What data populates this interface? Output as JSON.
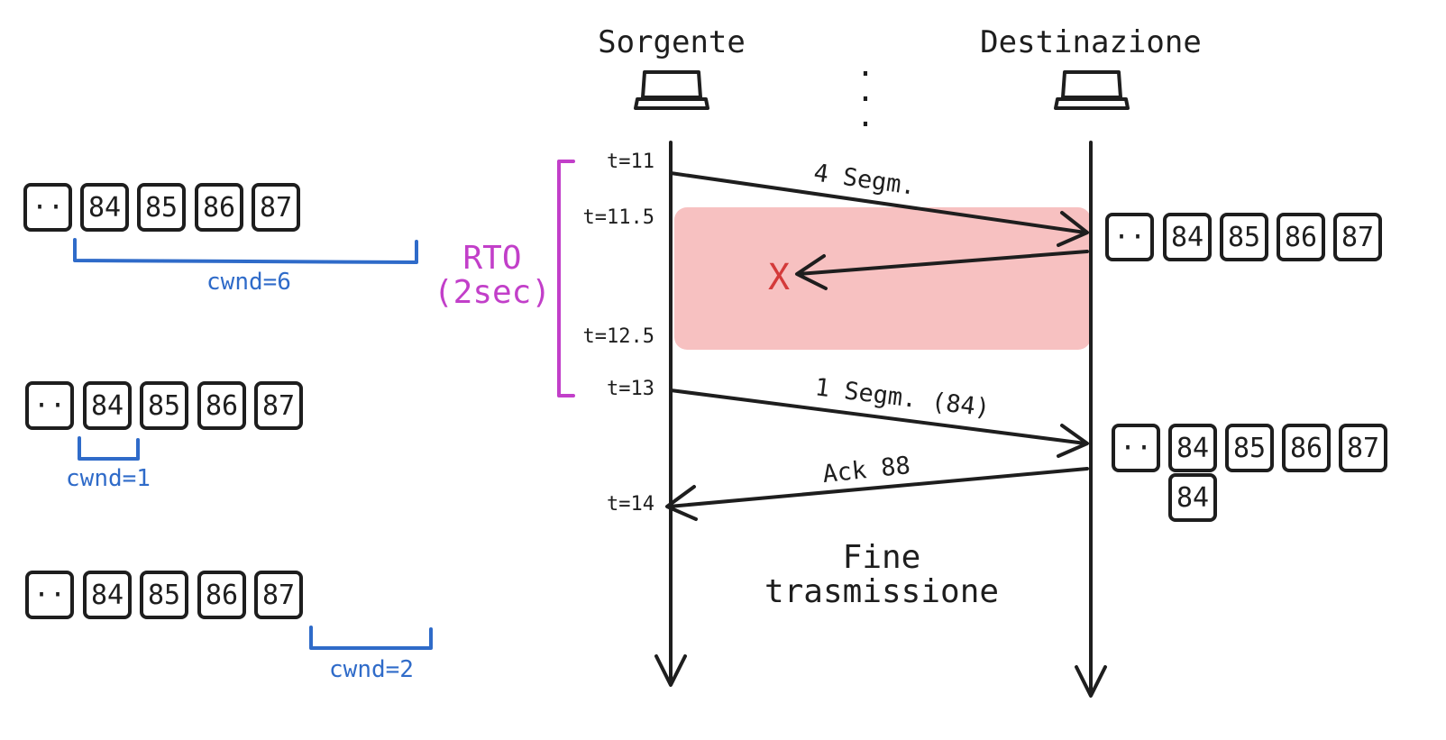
{
  "hosts": {
    "source": "Sorgente",
    "destination": "Destinazione"
  },
  "ellipsis": ".",
  "times": {
    "t11": "t=11",
    "t11_5": "t=11.5",
    "t12_5": "t=12.5",
    "t13": "t=13",
    "t14": "t=14"
  },
  "messages": {
    "first_send": "4 Segm.",
    "retransmit": "1 Segm. (84)",
    "ack": "Ack 88",
    "lost_marker": "X"
  },
  "rto": {
    "line1": "RTO",
    "line2": "(2sec)"
  },
  "end": {
    "line1": "Fine",
    "line2": "trasmissione"
  },
  "segments": {
    "dots": "··",
    "s84": "84",
    "s85": "85",
    "s86": "86",
    "s87": "87"
  },
  "cwnd": {
    "first": "cwnd=6",
    "second": "cwnd=1",
    "third": "cwnd=2"
  },
  "colors": {
    "ink": "#1e1e1e",
    "cwnd_blue": "#2f6bc9",
    "rto_magenta": "#c23fc9",
    "loss_red": "#d43a3a",
    "loss_area": "#f7c1c1"
  }
}
